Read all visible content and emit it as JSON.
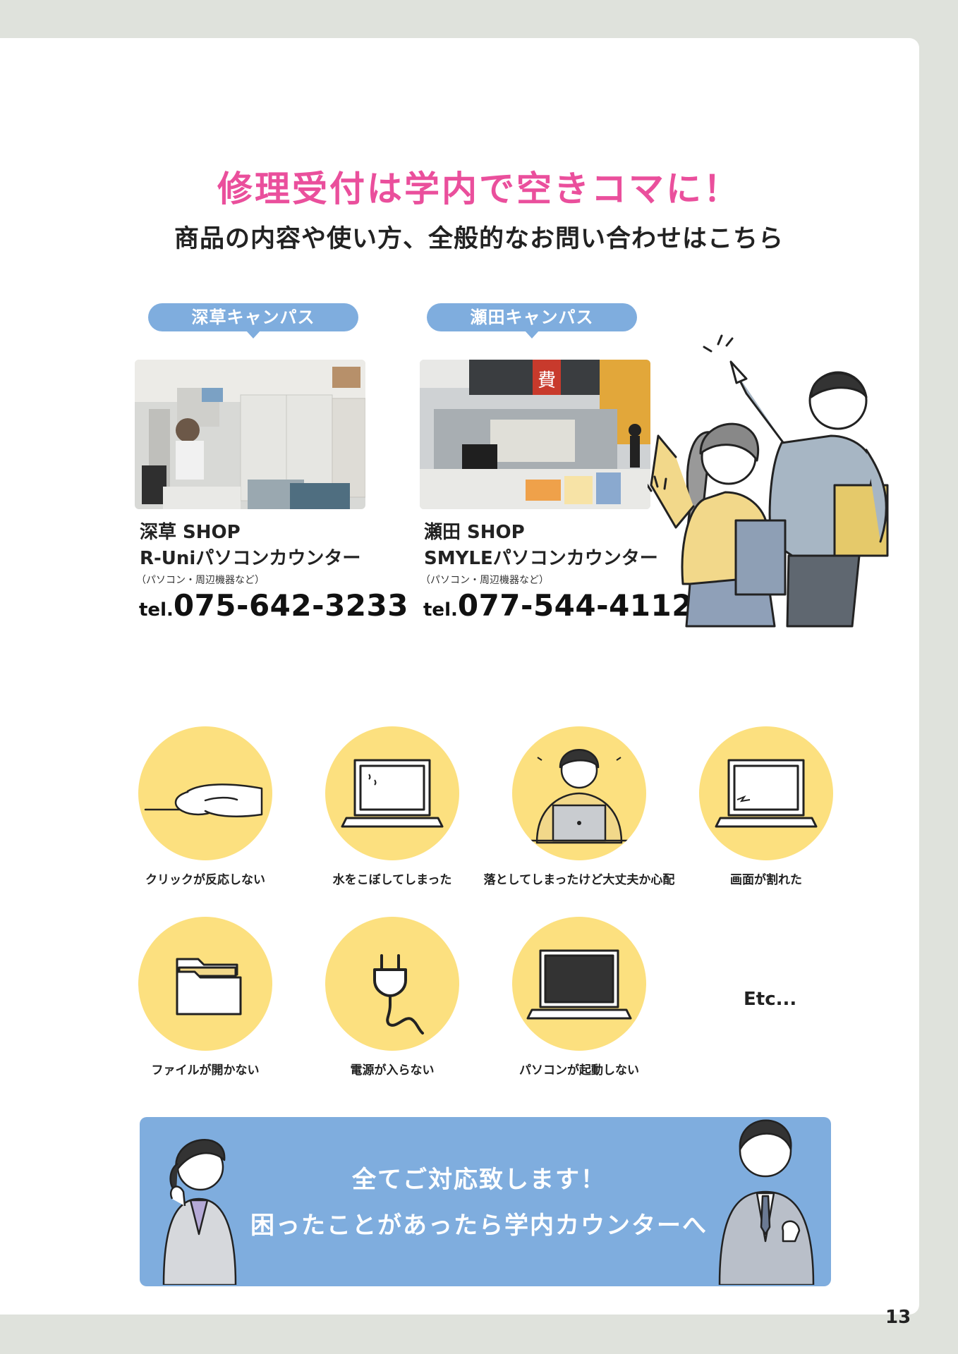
{
  "header": {
    "headline": "修理受付は学内で空きコマに！",
    "subheadline": "商品の内容や使い方、全般的なお問い合わせはこちら"
  },
  "campuses": [
    {
      "campus_label": "深草キャンパス",
      "shop_line1": "深草 SHOP",
      "shop_line2": "R-Uniパソコンカウンター",
      "shop_note": "（パソコン・周辺機器など）",
      "tel_prefix": "tel.",
      "tel_number": "075-642-3233"
    },
    {
      "campus_label": "瀬田キャンパス",
      "shop_line1": "瀬田 SHOP",
      "shop_line2": "SMYLEパソコンカウンター",
      "shop_note": "（パソコン・周辺機器など）",
      "tel_prefix": "tel.",
      "tel_number": "077-544-4112"
    }
  ],
  "photo_sign": "費",
  "issues": [
    {
      "label": "クリックが反応しない",
      "icon": "mouse-hand-icon"
    },
    {
      "label": "水をこぼしてしまった",
      "icon": "wet-laptop-icon"
    },
    {
      "label": "落としてしまったけど大丈夫か心配",
      "icon": "worried-person-icon"
    },
    {
      "label": "画面が割れた",
      "icon": "cracked-screen-icon"
    },
    {
      "label": "ファイルが開かない",
      "icon": "folder-icon"
    },
    {
      "label": "電源が入らない",
      "icon": "power-plug-icon"
    },
    {
      "label": "パソコンが起動しない",
      "icon": "dead-laptop-icon"
    }
  ],
  "etc_label": "Etc...",
  "banner": {
    "line1": "全てご対応致します！",
    "line2": "困ったことがあったら学内カウンターへ"
  },
  "page_number": "13",
  "colors": {
    "accent_pink": "#ea4f9c",
    "accent_blue": "#7fadde",
    "circle_yellow": "#fce07f",
    "page_background": "#dfe2dc"
  }
}
